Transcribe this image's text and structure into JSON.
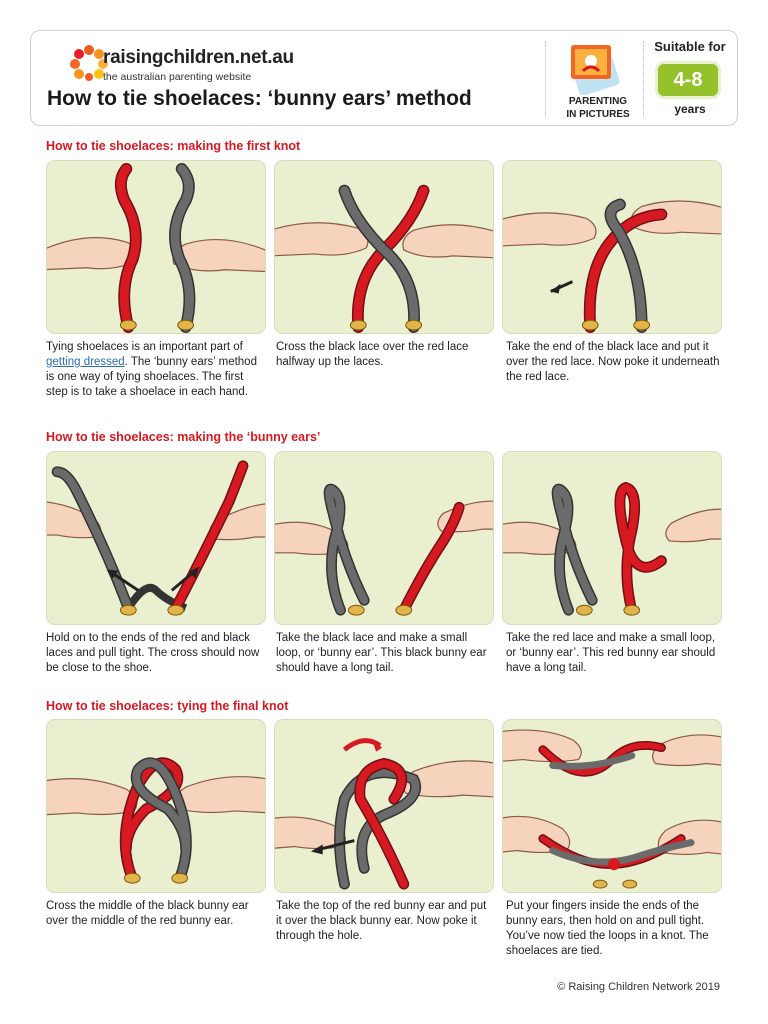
{
  "header": {
    "site_name": "raisingchildren.net.au",
    "tagline": "the australian parenting website",
    "title": "How to tie shoelaces: ‘bunny ears’ method",
    "series_line1": "PARENTING",
    "series_line2": "IN PICTURES",
    "suitable_label": "Suitable for",
    "age_range": "4-8",
    "age_unit": "years"
  },
  "sections": [
    {
      "heading": "How to tie shoelaces: making the first knot",
      "steps": [
        {
          "caption_pre": "Tying shoelaces is an important part of ",
          "link_text": "getting dressed",
          "caption_post": ". The ‘bunny ears’ method is one way of tying shoelaces. The first step is to take a shoelace in each hand."
        },
        {
          "caption": "Cross the black lace over the red lace halfway up the laces."
        },
        {
          "caption": "Take the end of the black lace and put it over the red lace. Now poke it underneath the red lace."
        }
      ]
    },
    {
      "heading": "How to tie shoelaces: making the ‘bunny ears’",
      "steps": [
        {
          "caption": "Hold on to the ends of the red and black laces and pull tight. The cross should now be close to the shoe."
        },
        {
          "caption": "Take the black lace and make a small loop, or ‘bunny ear’. This black bunny ear should have a long tail."
        },
        {
          "caption": "Take the red lace and make a small loop, or ‘bunny ear’. This red bunny ear should have a long tail."
        }
      ]
    },
    {
      "heading": "How to tie shoelaces: tying the final knot",
      "steps": [
        {
          "caption": "Cross the middle of the black bunny ear over the middle of the red bunny ear."
        },
        {
          "caption": "Take the top of the red bunny ear and put it over the black bunny ear. Now poke it through the hole."
        },
        {
          "caption": "Put your fingers inside the ends of the bunny ears, then hold on and pull tight. You’ve now tied the loops in a knot. The shoelaces are tied."
        }
      ]
    }
  ],
  "footer": {
    "copyright": "© Raising Children Network 2019"
  },
  "colors": {
    "red_lace": "#d71921",
    "black_lace": "#555555",
    "panel_bg": "#e9efcf",
    "skin": "#f6d3bd",
    "age_badge": "#95c12a",
    "heading_red": "#d71921"
  }
}
